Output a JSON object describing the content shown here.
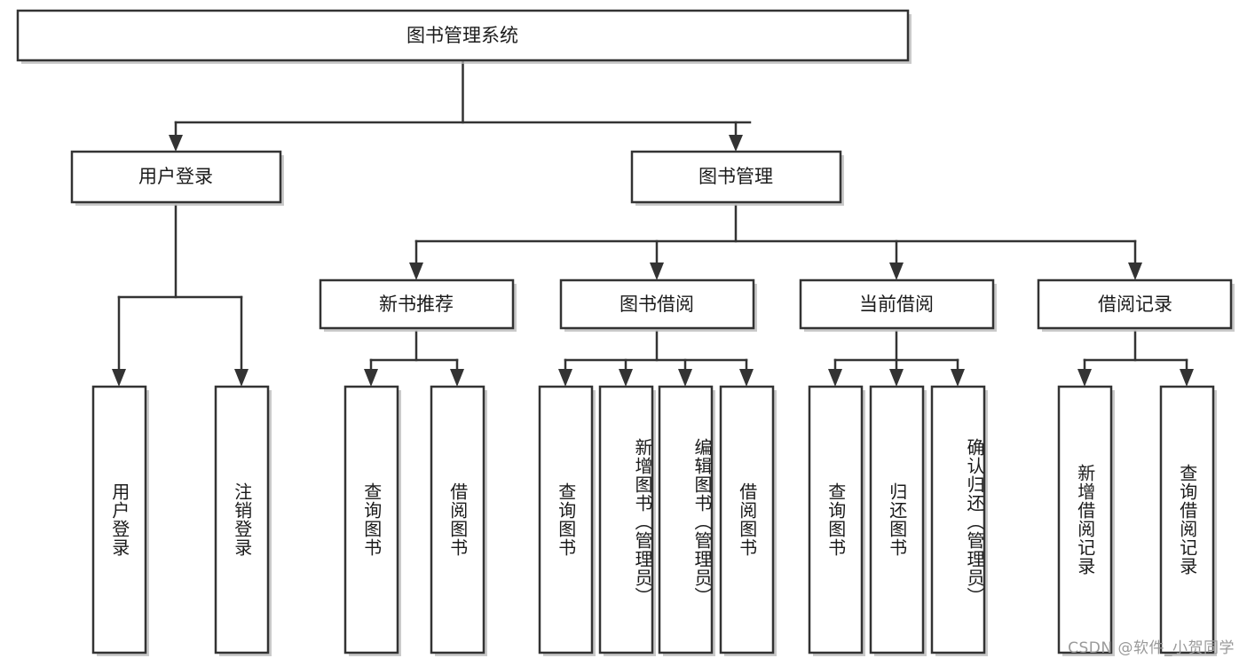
{
  "diagram": {
    "title": "图书管理系统",
    "watermark": "CSDN @软件_小贺同学",
    "root": {
      "label": "图书管理系统"
    },
    "level2": [
      {
        "label": "用户登录"
      },
      {
        "label": "图书管理"
      }
    ],
    "level3": [
      {
        "label": "新书推荐"
      },
      {
        "label": "图书借阅"
      },
      {
        "label": "当前借阅"
      },
      {
        "label": "借阅记录"
      }
    ],
    "leaves": [
      {
        "label": "用户登录",
        "parent": "用户登录"
      },
      {
        "label": "注销登录",
        "parent": "用户登录"
      },
      {
        "label": "查询图书",
        "parent": "新书推荐"
      },
      {
        "label": "借阅图书",
        "parent": "新书推荐"
      },
      {
        "label": "查询图书",
        "parent": "图书借阅"
      },
      {
        "label": "新增图书（管理员）",
        "parent": "图书借阅"
      },
      {
        "label": "编辑图书（管理员）",
        "parent": "图书借阅"
      },
      {
        "label": "借阅图书",
        "parent": "图书借阅"
      },
      {
        "label": "查询图书",
        "parent": "当前借阅"
      },
      {
        "label": "归还图书",
        "parent": "当前借阅"
      },
      {
        "label": "确认归还（管理员）",
        "parent": "当前借阅"
      },
      {
        "label": "新增借阅记录",
        "parent": "借阅记录"
      },
      {
        "label": "查询借阅记录",
        "parent": "借阅记录"
      }
    ],
    "colors": {
      "stroke": "#333333",
      "fill": "#ffffff",
      "text": "#1b1b1b",
      "watermark": "#9a9a9a"
    }
  }
}
